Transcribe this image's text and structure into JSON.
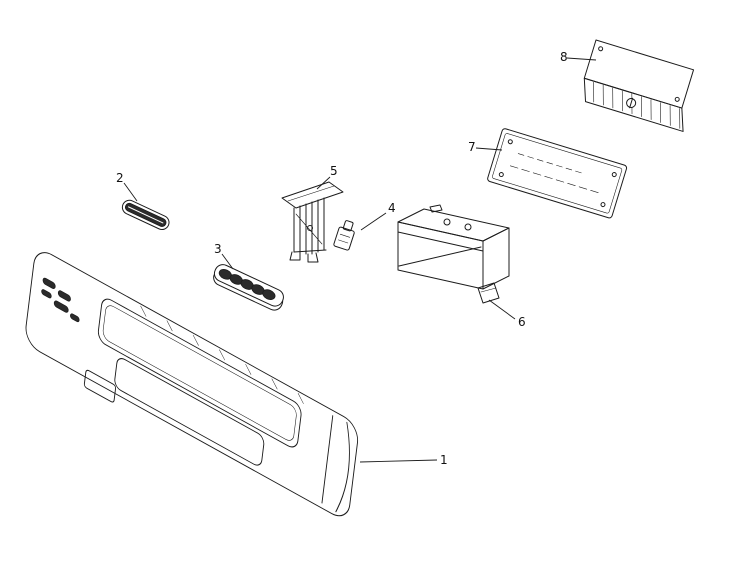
{
  "figure": {
    "type": "exploded-parts-diagram",
    "background_color": "#ffffff",
    "line_color": "#1c1c1c",
    "dark_fill_color": "#2b2b2b"
  },
  "callouts": [
    {
      "label": "1"
    },
    {
      "label": "2"
    },
    {
      "label": "3"
    },
    {
      "label": "4"
    },
    {
      "label": "5"
    },
    {
      "label": "6"
    },
    {
      "label": "7"
    },
    {
      "label": "8"
    }
  ]
}
